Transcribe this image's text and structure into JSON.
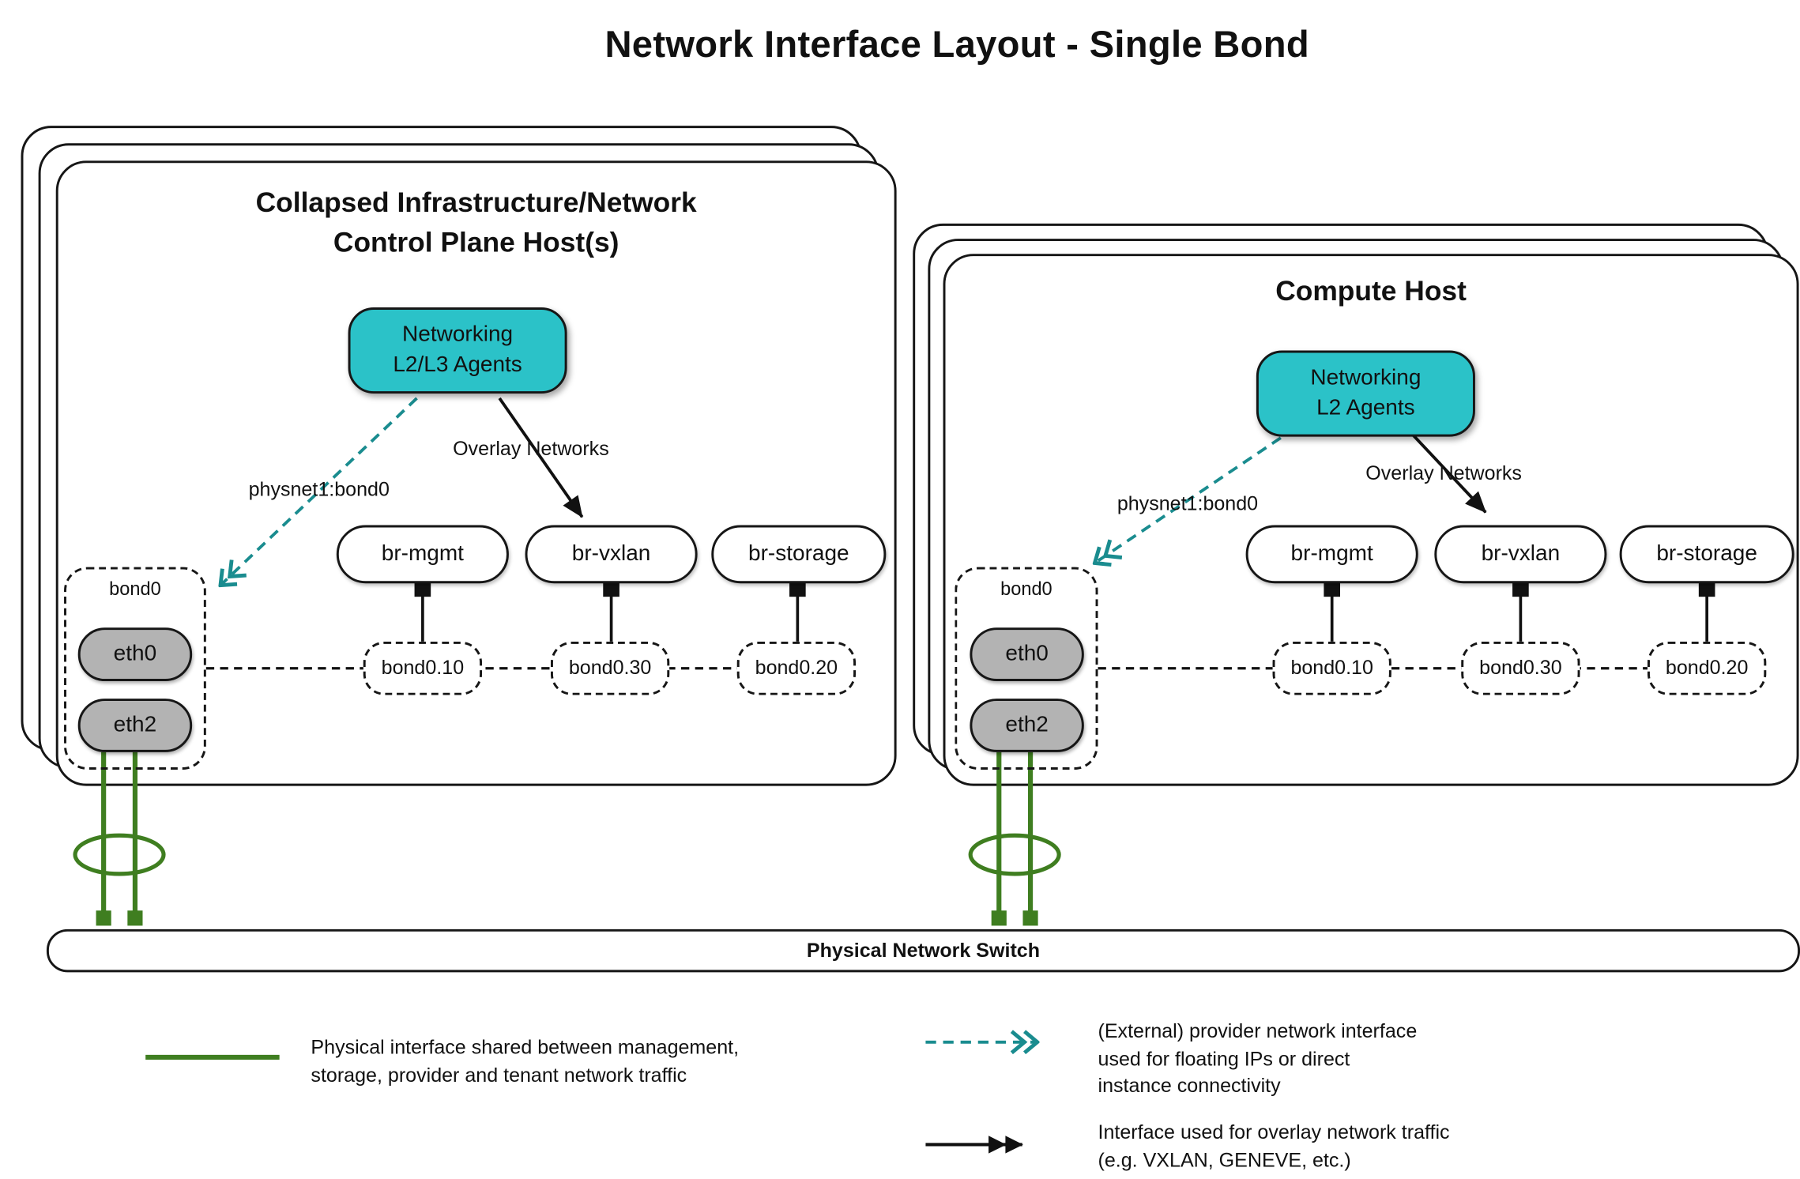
{
  "title": "Network Interface Layout - Single Bond",
  "colors": {
    "agent_fill": "#2BC2C8",
    "provider_arrow": "#1A8C8F",
    "physical_link_green": "#3F7E20",
    "nic_fill": "#B3B3B3",
    "outline": "#161616"
  },
  "hosts": {
    "control": {
      "title": "Collapsed Infrastructure/Network\nControl Plane Host(s)",
      "agent_label": "Networking\nL2/L3 Agents",
      "provider_arrow_label": "physnet1:bond0",
      "overlay_arrow_label": "Overlay Networks",
      "bridges": [
        "br-mgmt",
        "br-vxlan",
        "br-storage"
      ],
      "subinterfaces": [
        "bond0.10",
        "bond0.30",
        "bond0.20"
      ],
      "bond_label": "bond0",
      "nics": [
        "eth0",
        "eth2"
      ]
    },
    "compute": {
      "title": "Compute Host",
      "agent_label": "Networking\nL2 Agents",
      "provider_arrow_label": "physnet1:bond0",
      "overlay_arrow_label": "Overlay Networks",
      "bridges": [
        "br-mgmt",
        "br-vxlan",
        "br-storage"
      ],
      "subinterfaces": [
        "bond0.10",
        "bond0.30",
        "bond0.20"
      ],
      "bond_label": "bond0",
      "nics": [
        "eth0",
        "eth2"
      ]
    }
  },
  "switch_label": "Physical Network Switch",
  "legend": {
    "physical": "Physical interface shared between management,\nstorage, provider and tenant network traffic",
    "provider": "(External) provider network interface\nused for floating IPs or direct\ninstance connectivity",
    "overlay": "Interface used for overlay network traffic\n(e.g. VXLAN, GENEVE, etc.)"
  }
}
